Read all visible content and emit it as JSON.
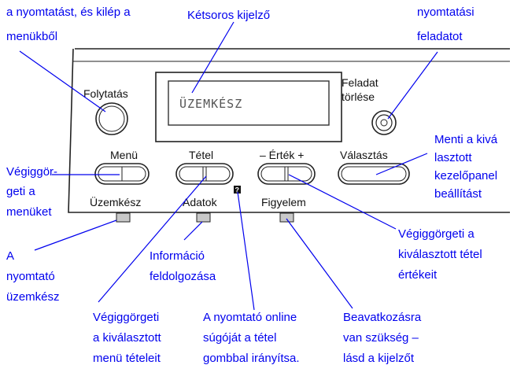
{
  "callouts": {
    "exit_menus": [
      "a nyomtatást, és kilép a",
      "menükből"
    ],
    "display": "Kétsoros kijelző",
    "print_job": [
      "nyomtatási",
      "feladatot"
    ],
    "save_setting": [
      "Menti a kivá",
      "lasztott",
      "kezelőpanel",
      "beállítást"
    ],
    "scroll_menus": [
      "Végiggör-",
      "geti a",
      "menüket"
    ],
    "scroll_values": [
      "Végiggörgeti a",
      "kiválasztott tétel",
      "értékeit"
    ],
    "ready": [
      "A",
      "nyomtató",
      "üzemkész"
    ],
    "processing": [
      "Információ",
      "feldolgozása"
    ],
    "scroll_items": [
      "Végiggörgeti",
      "a kiválasztott",
      "menü tételeit"
    ],
    "online_help": [
      "A nyomtató online",
      "súgóját a tétel",
      "gombbal irányítsa."
    ],
    "attention": [
      "Beavatkozásra",
      "van szükség –",
      "lásd a kijelzőt"
    ]
  },
  "panel": {
    "lcd_text": "ÜZEMKÉSZ",
    "continue_label": "Folytatás",
    "cancel_label": [
      "Feladat",
      "törlése"
    ],
    "menu_label": "Menü",
    "item_label": "Tétel",
    "value_label": "– Érték +",
    "select_label": "Választás",
    "help_icon": "?",
    "ready_led_label": "Üzemkész",
    "data_led_label": "Adatok",
    "attention_led_label": "Figyelem"
  },
  "colors": {
    "callout_text": "#0000ee",
    "led_fill": "#c8c8c8"
  }
}
